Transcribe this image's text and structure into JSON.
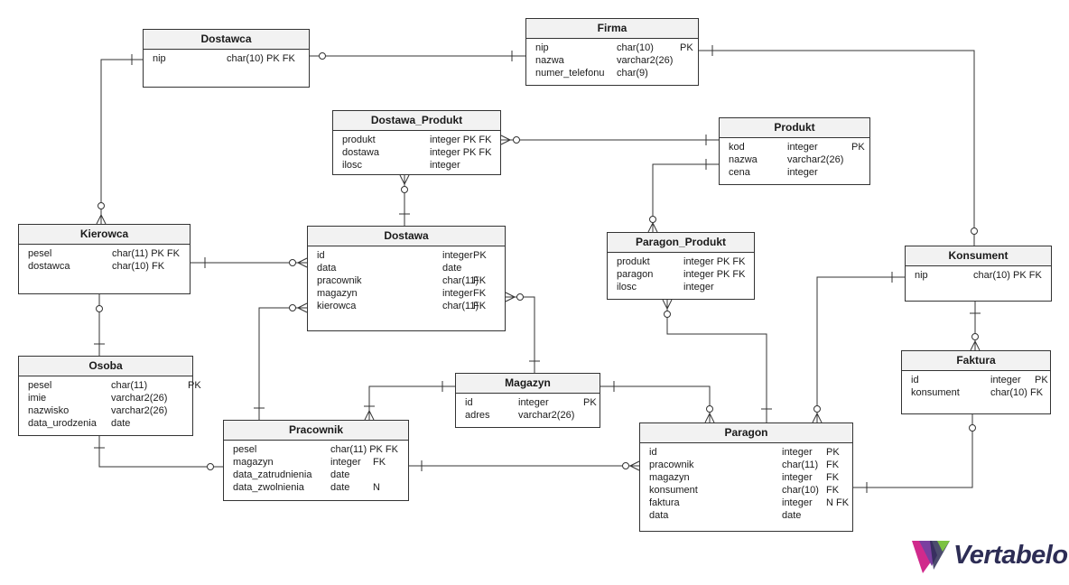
{
  "diagram": {
    "entities": {
      "dostawca": {
        "name": "Dostawca",
        "rows": [
          {
            "name": "nip",
            "type": "char(10) PK FK",
            "flags": ""
          }
        ]
      },
      "firma": {
        "name": "Firma",
        "rows": [
          {
            "name": "nip",
            "type": "char(10)",
            "flags": "PK"
          },
          {
            "name": "nazwa",
            "type": "varchar2(26)",
            "flags": ""
          },
          {
            "name": "numer_telefonu",
            "type": "char(9)",
            "flags": ""
          }
        ]
      },
      "dostawa_produkt": {
        "name": "Dostawa_Produkt",
        "rows": [
          {
            "name": "produkt",
            "type": "integer PK FK",
            "flags": ""
          },
          {
            "name": "dostawa",
            "type": "integer PK FK",
            "flags": ""
          },
          {
            "name": "ilosc",
            "type": "integer",
            "flags": ""
          }
        ]
      },
      "produkt": {
        "name": "Produkt",
        "rows": [
          {
            "name": "kod",
            "type": "integer",
            "flags": "PK"
          },
          {
            "name": "nazwa",
            "type": "varchar2(26)",
            "flags": ""
          },
          {
            "name": "cena",
            "type": "integer",
            "flags": ""
          }
        ]
      },
      "kierowca": {
        "name": "Kierowca",
        "rows": [
          {
            "name": "pesel",
            "type": "char(11) PK FK",
            "flags": ""
          },
          {
            "name": "dostawca",
            "type": "char(10) FK",
            "flags": ""
          }
        ]
      },
      "dostawa": {
        "name": "Dostawa",
        "rows": [
          {
            "name": "id",
            "type": "integer",
            "flags": "PK"
          },
          {
            "name": "data",
            "type": "date",
            "flags": ""
          },
          {
            "name": "pracownik",
            "type": "char(11)",
            "flags": "FK"
          },
          {
            "name": "magazyn",
            "type": "integer",
            "flags": "FK"
          },
          {
            "name": "kierowca",
            "type": "char(11)",
            "flags": "FK"
          }
        ]
      },
      "paragon_produkt": {
        "name": "Paragon_Produkt",
        "rows": [
          {
            "name": "produkt",
            "type": "integer PK FK",
            "flags": ""
          },
          {
            "name": "paragon",
            "type": "integer PK FK",
            "flags": ""
          },
          {
            "name": "ilosc",
            "type": "integer",
            "flags": ""
          }
        ]
      },
      "konsument": {
        "name": "Konsument",
        "rows": [
          {
            "name": "nip",
            "type": "char(10) PK FK",
            "flags": ""
          }
        ]
      },
      "osoba": {
        "name": "Osoba",
        "rows": [
          {
            "name": "pesel",
            "type": "char(11)",
            "flags": "PK"
          },
          {
            "name": "imie",
            "type": "varchar2(26)",
            "flags": ""
          },
          {
            "name": "nazwisko",
            "type": "varchar2(26)",
            "flags": ""
          },
          {
            "name": "data_urodzenia",
            "type": "date",
            "flags": ""
          }
        ]
      },
      "magazyn": {
        "name": "Magazyn",
        "rows": [
          {
            "name": "id",
            "type": "integer",
            "flags": "PK"
          },
          {
            "name": "adres",
            "type": "varchar2(26)",
            "flags": ""
          }
        ]
      },
      "faktura": {
        "name": "Faktura",
        "rows": [
          {
            "name": "id",
            "type": "integer",
            "flags": "PK"
          },
          {
            "name": "konsument",
            "type": "char(10) FK",
            "flags": ""
          }
        ]
      },
      "pracownik": {
        "name": "Pracownik",
        "rows": [
          {
            "name": "pesel",
            "type": "char(11) PK FK",
            "flags": ""
          },
          {
            "name": "magazyn",
            "type": "integer",
            "flags": "FK"
          },
          {
            "name": "data_zatrudnienia",
            "type": "date",
            "flags": ""
          },
          {
            "name": "data_zwolnienia",
            "type": "date",
            "flags": "N"
          }
        ]
      },
      "paragon": {
        "name": "Paragon",
        "rows": [
          {
            "name": "id",
            "type": "integer",
            "flags": "PK"
          },
          {
            "name": "pracownik",
            "type": "char(11)",
            "flags": "FK"
          },
          {
            "name": "magazyn",
            "type": "integer",
            "flags": "FK"
          },
          {
            "name": "konsument",
            "type": "char(10)",
            "flags": "FK"
          },
          {
            "name": "faktura",
            "type": "integer",
            "flags": "N FK"
          },
          {
            "name": "data",
            "type": "date",
            "flags": ""
          }
        ]
      }
    },
    "colors": {
      "line": "#333333",
      "header_bg": "#f2f2f2",
      "logo_pink": "#d02a8c",
      "logo_purple": "#7a3fa0",
      "logo_navy": "#2d2d55",
      "logo_green": "#7cc242"
    }
  },
  "logo": {
    "text": "Vertabelo",
    "icon": "vertabelo-logo-icon"
  }
}
